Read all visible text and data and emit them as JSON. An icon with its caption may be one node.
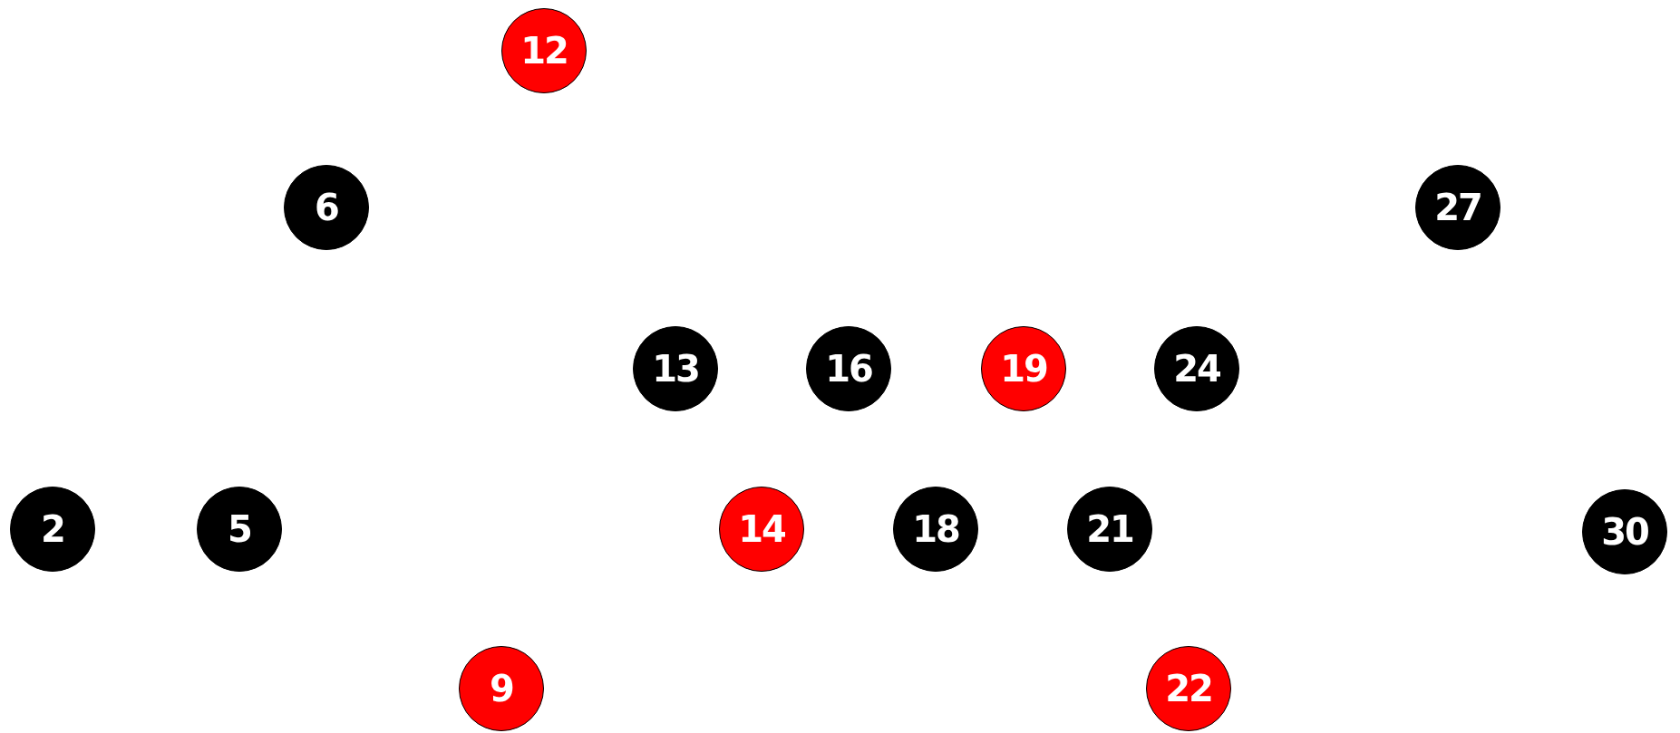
{
  "diagram": {
    "nodes": [
      {
        "text": [
          "12"
        ]
      },
      {
        "text": [
          "6"
        ]
      },
      {
        "text": [
          "27"
        ]
      },
      {
        "text": [
          "13"
        ]
      },
      {
        "text": [
          "16"
        ]
      },
      {
        "text": [
          "19"
        ]
      },
      {
        "text": [
          "24"
        ]
      },
      {
        "text": [
          "2"
        ]
      },
      {
        "text": [
          "5"
        ]
      },
      {
        "text": [
          "14"
        ]
      },
      {
        "text": [
          "18"
        ]
      },
      {
        "text": [
          "21"
        ]
      },
      {
        "text": [
          "30"
        ]
      },
      {
        "text": [
          "9"
        ]
      },
      {
        "text": [
          "22"
        ]
      }
    ]
  }
}
